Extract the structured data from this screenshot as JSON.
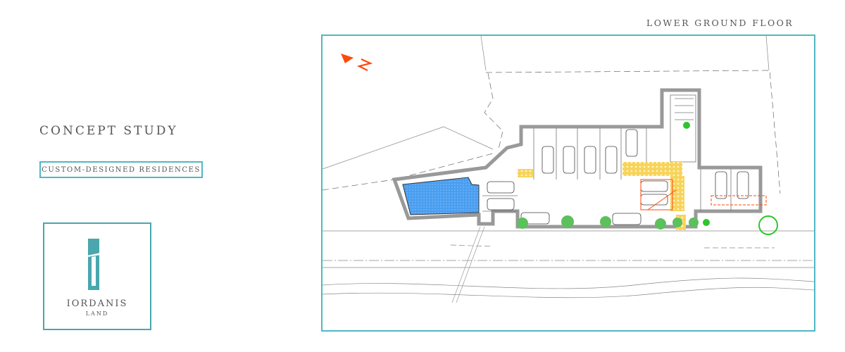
{
  "left_panel": {
    "title": "CONCEPT STUDY",
    "subtitle": "CUSTOM-DESIGNED RESIDENCES",
    "logo": {
      "name": "IORDANIS",
      "sub": "LAND",
      "icon": "iordanis-logo-mark"
    }
  },
  "plan": {
    "floor_label": "LOWER GROUND FLOOR",
    "north_arrow_icon": "north-arrow-icon",
    "colors": {
      "frame": "#4fb8c4",
      "accent": "#4aa7ae",
      "north": "#ff4a0a",
      "pool": "#4a9ef0",
      "paving": "#f5c842",
      "planting": "#5cc05c",
      "wall": "#9a9a9a"
    }
  }
}
